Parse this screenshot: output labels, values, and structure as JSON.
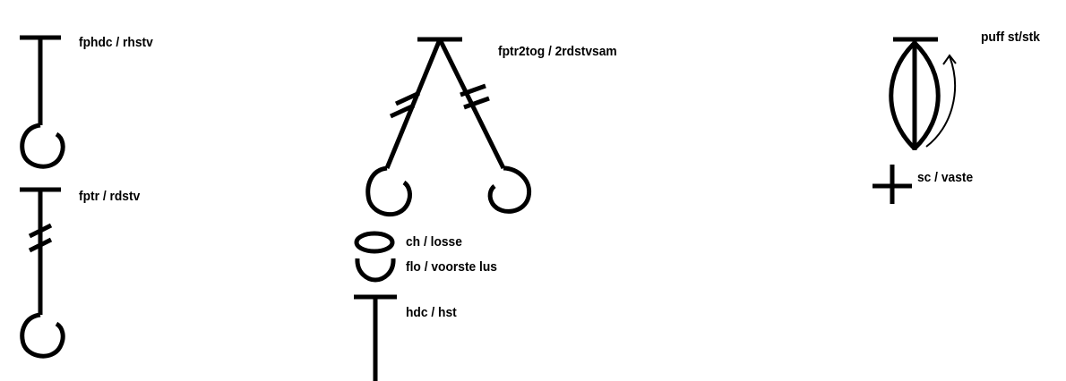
{
  "diagram": {
    "labels": {
      "fphdc": "fphdc / rhstv",
      "fptr": "fptr / rdstv",
      "fptr2tog": "fptr2tog / 2rdstvsam",
      "ch": "ch / losse",
      "flo": "flo / voorste lus",
      "hdc": "hdc / hst",
      "puff": "puff st/stk",
      "sc": "sc / vaste"
    },
    "symbol_color": "#000000",
    "background_color": "#ffffff"
  }
}
